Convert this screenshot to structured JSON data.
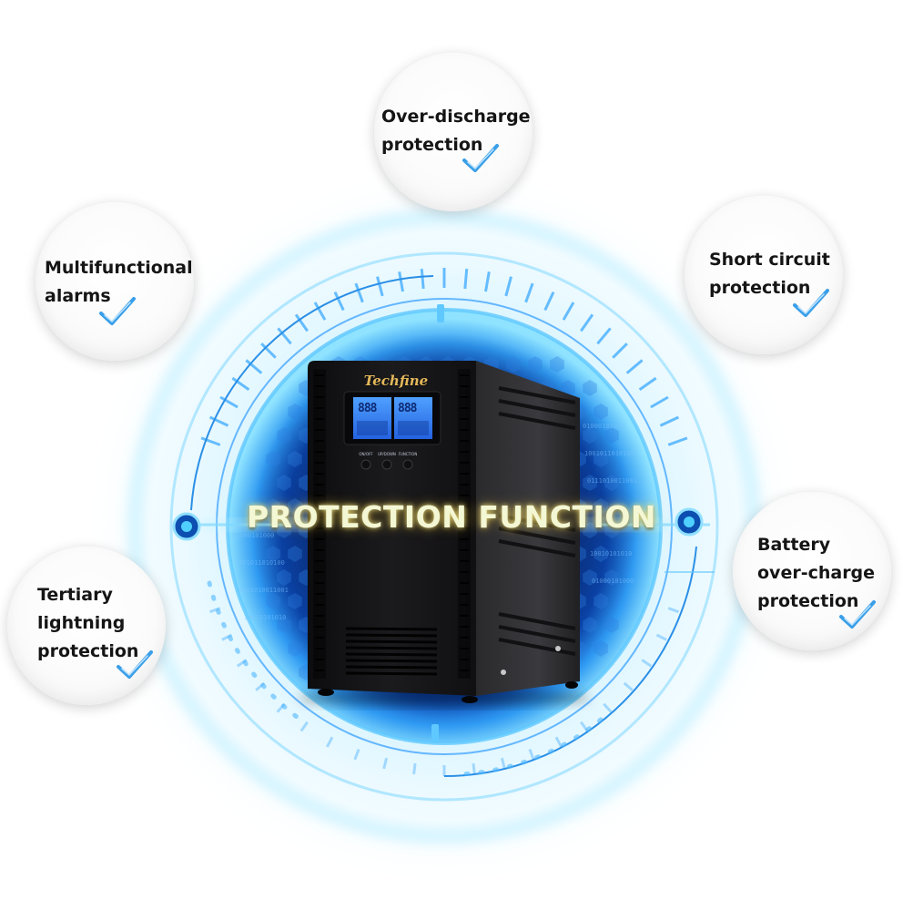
{
  "headline": "PROTECTION FUNCTION",
  "product": {
    "brand": "Techfine",
    "lcd_left": "888",
    "lcd_right": "888",
    "buttons": [
      "ON/OFF",
      "UP/DOWN",
      "FUNCTION"
    ]
  },
  "features": [
    {
      "id": "over-discharge",
      "lines": [
        "Over-discharge",
        "protection"
      ]
    },
    {
      "id": "multifunctional-alarms",
      "lines": [
        "Multifunctional",
        "alarms"
      ]
    },
    {
      "id": "short-circuit",
      "lines": [
        "Short circuit",
        "protection"
      ]
    },
    {
      "id": "tertiary-lightning",
      "lines": [
        "Tertiary",
        "lightning",
        "protection"
      ]
    },
    {
      "id": "battery-over-charge",
      "lines": [
        "Battery",
        "over-charge",
        "protection"
      ]
    }
  ],
  "background_binary": [
    "01000101000",
    "1001011010100",
    "0111010011001",
    "10010101010"
  ],
  "colors": {
    "glow": "#4ec3ff",
    "ring": "#2b8fe6",
    "check": "#3a9fe8",
    "device": "#1a1a1c",
    "lcd": "#2f7bf0",
    "headline": "#f4f7d4"
  },
  "icons": {
    "check": "check-mark-icon",
    "node": "ring-node-icon"
  }
}
